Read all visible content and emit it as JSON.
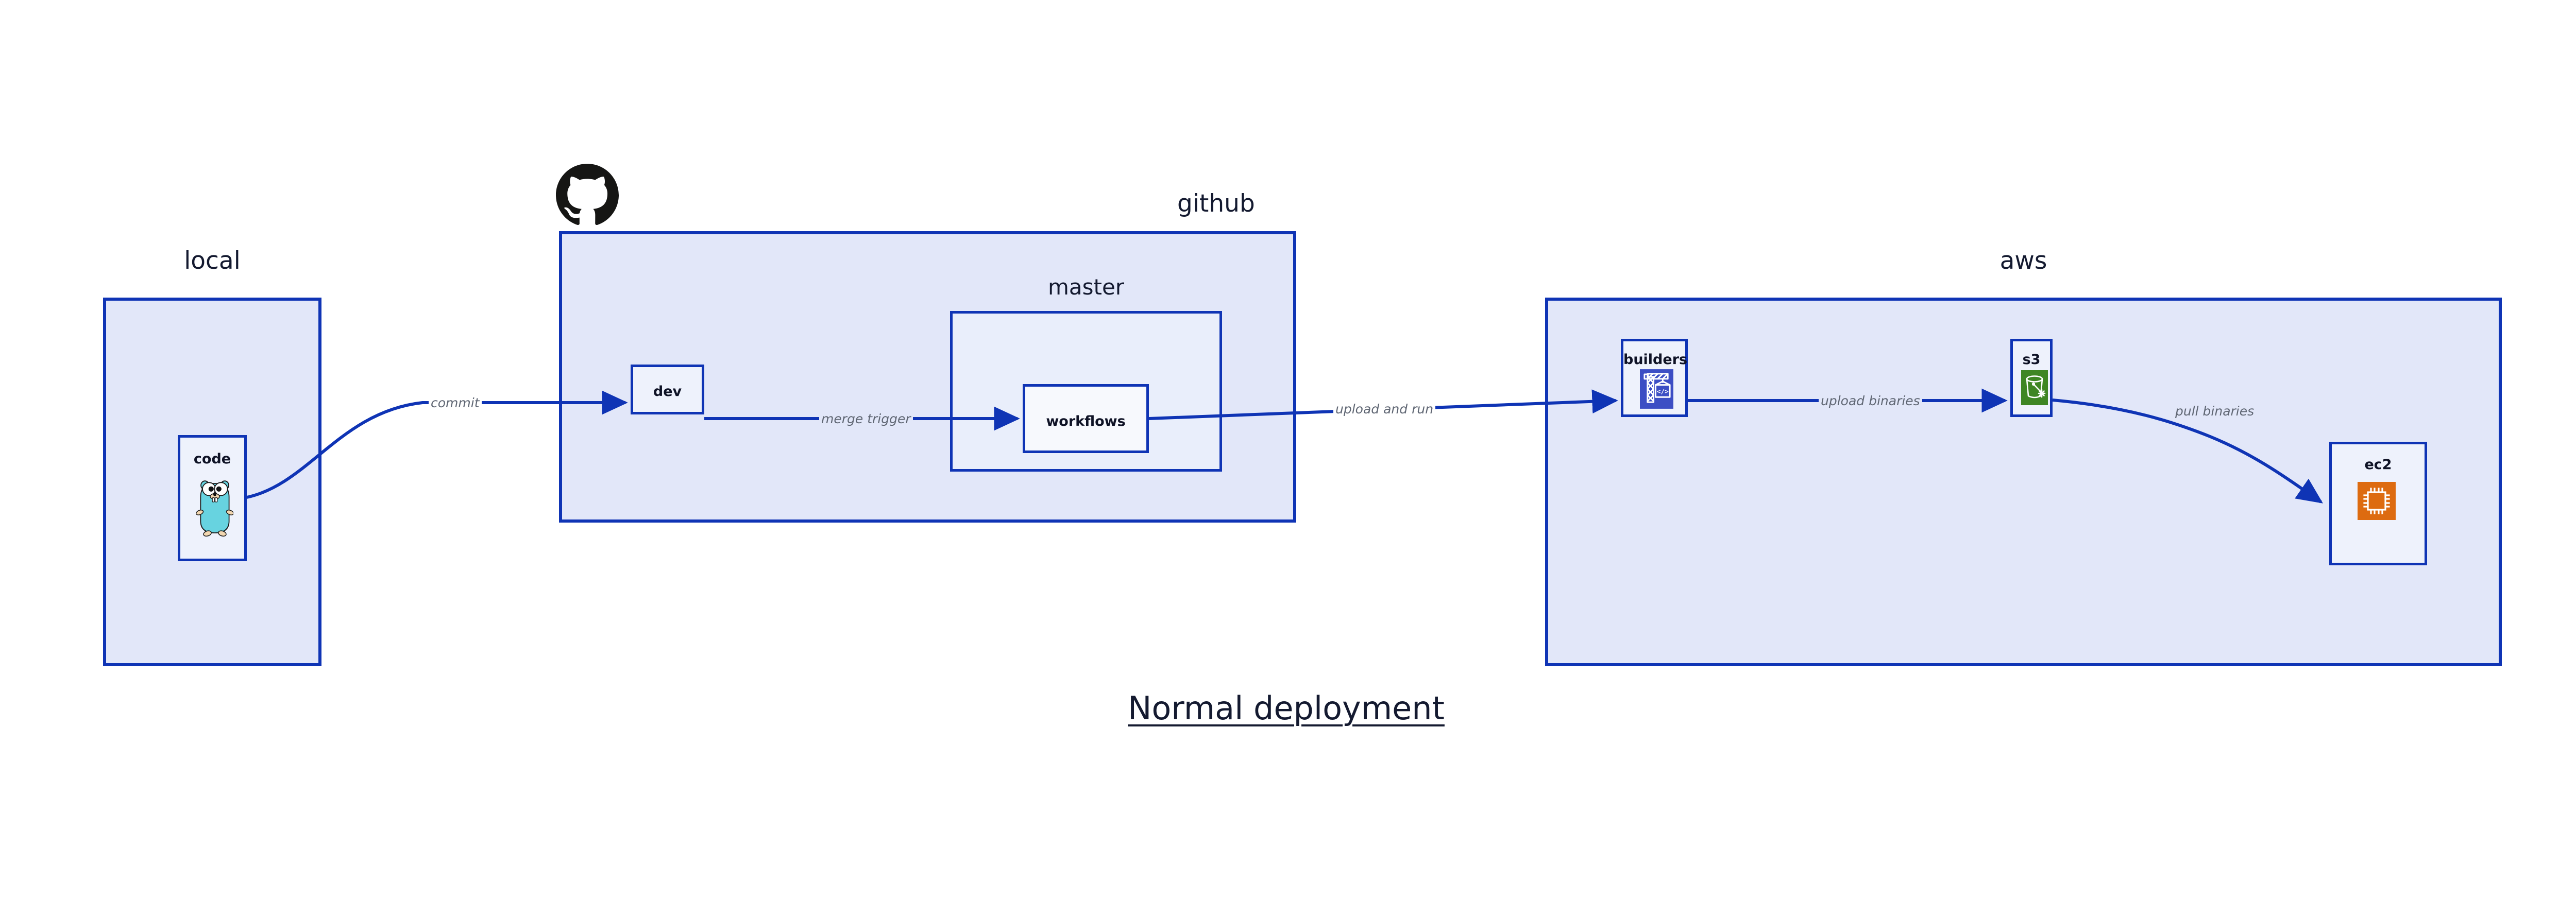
{
  "title": "Normal deployment",
  "zones": [
    {
      "id": "local",
      "label": "local"
    },
    {
      "id": "github",
      "label": "github"
    },
    {
      "id": "master",
      "label": "master"
    },
    {
      "id": "aws",
      "label": "aws"
    }
  ],
  "nodes": [
    {
      "id": "code",
      "label": "code",
      "icon": "go-gopher-icon"
    },
    {
      "id": "dev",
      "label": "dev",
      "icon": ""
    },
    {
      "id": "workflows",
      "label": "workflows",
      "icon": ""
    },
    {
      "id": "builders",
      "label": "builders",
      "icon": "aws-codebuild-icon"
    },
    {
      "id": "s3",
      "label": "s3",
      "icon": "aws-s3-icon"
    },
    {
      "id": "ec2",
      "label": "ec2",
      "icon": "aws-ec2-icon"
    }
  ],
  "edges": [
    {
      "id": "commit",
      "label": "commit",
      "from": "code",
      "to": "dev"
    },
    {
      "id": "merge-trigger",
      "label": "merge trigger",
      "from": "dev",
      "to": "workflows"
    },
    {
      "id": "upload-and-run",
      "label": "upload and run",
      "from": "workflows",
      "to": "builders"
    },
    {
      "id": "upload-binaries",
      "label": "upload binaries",
      "from": "builders",
      "to": "s3"
    },
    {
      "id": "pull-binaries",
      "label": "pull binaries",
      "from": "s3",
      "to": "ec2"
    }
  ],
  "icons": {
    "github_mark": "github-octocat-icon",
    "go_gopher": "go-gopher-icon",
    "codebuild": "aws-codebuild-icon",
    "s3_bucket": "aws-s3-icon",
    "ec2_chip": "aws-ec2-icon"
  },
  "colors": {
    "stroke": "#0f34b5",
    "zone_fill": "#e2e7f9",
    "zone_fill_inner": "#e9eefb",
    "node_fill": "#eef2fc",
    "node_fill_white": "#f7f9fd",
    "text": "#141a30",
    "edge_label": "#5f6673",
    "codebuild_bg": "#3c4ec4",
    "s3_bg": "#3f8624",
    "ec2_bg": "#dd6b10",
    "gopher_body": "#67d3e0",
    "github_mark": "#161614",
    "background": "#ffffff"
  }
}
